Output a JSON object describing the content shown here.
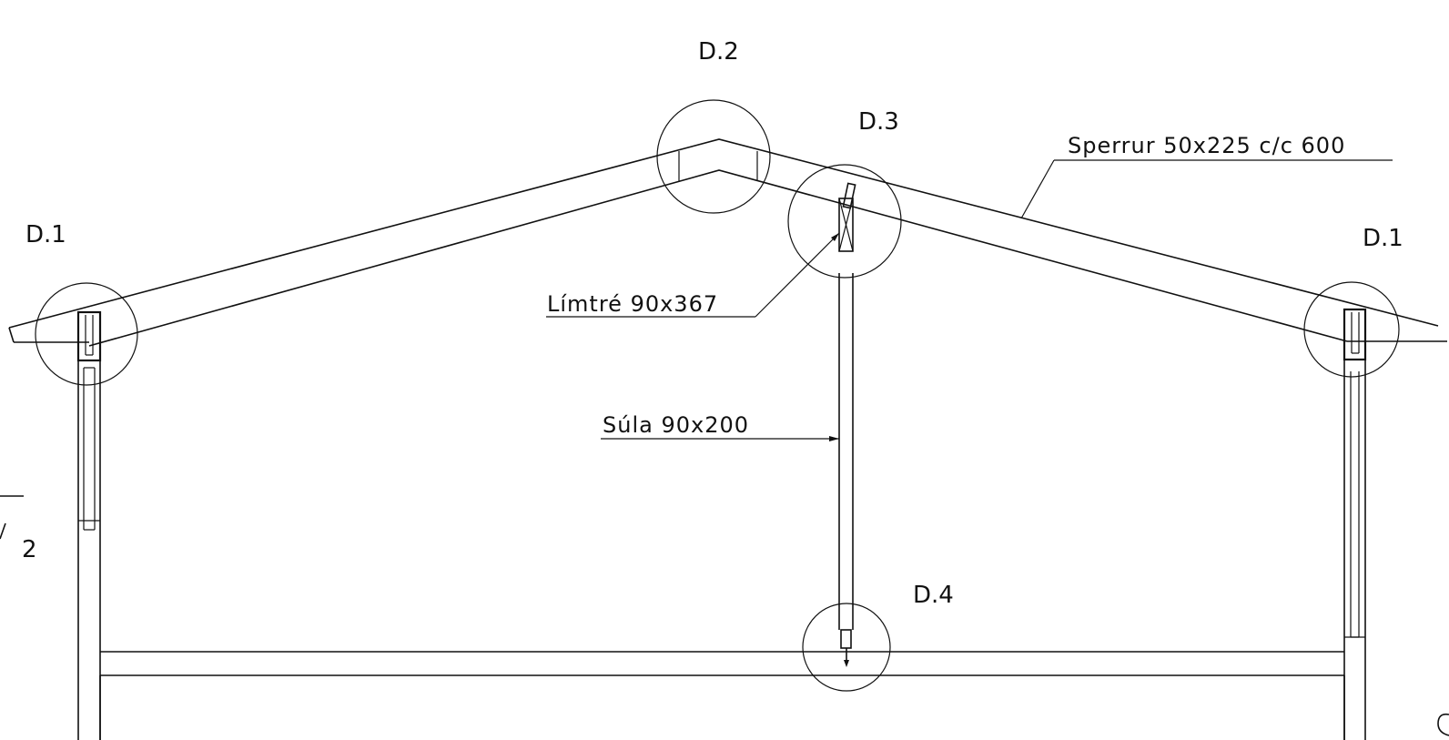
{
  "drawing": {
    "details": {
      "d2": "D.2",
      "d3": "D.3",
      "d1_left": "D.1",
      "d1_right": "D.1",
      "d4": "D.4"
    },
    "annotations": {
      "rafter": "Sperrur 50x225 c/c 600",
      "glulam": "Límtré 90x367",
      "column": "Súla 90x200"
    },
    "section_mark": "2"
  }
}
